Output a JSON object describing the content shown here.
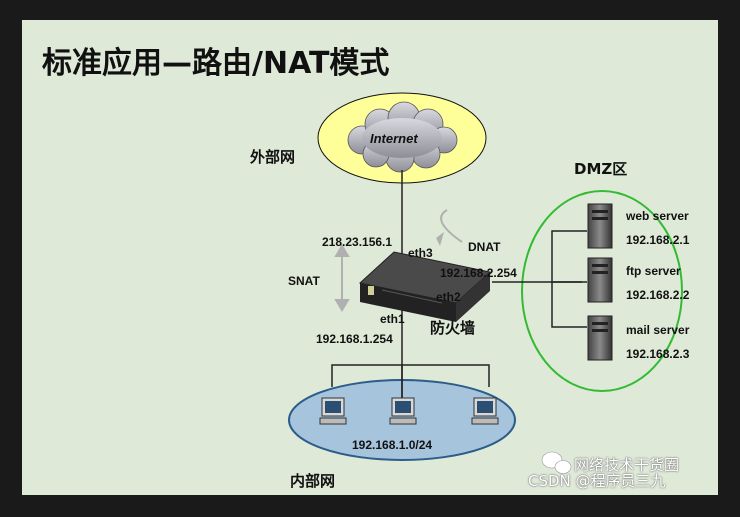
{
  "title": "标准应用—路由/NAT模式",
  "internet": "Internet",
  "zones": {
    "external": "外部网",
    "dmz": "DMZ区",
    "internal": "内部网",
    "firewall": "防火墙"
  },
  "labels": {
    "ext_ip": "218.23.156.1",
    "eth3": "eth3",
    "dnat": "DNAT",
    "snat": "SNAT",
    "dmz_gw": "192.168.2.254",
    "eth2": "eth2",
    "eth1": "eth1",
    "int_gw": "192.168.1.254",
    "subnet": "192.168.1.0/24"
  },
  "servers": [
    {
      "name": "web server",
      "ip": "192.168.2.1"
    },
    {
      "name": "ftp server",
      "ip": "192.168.2.2"
    },
    {
      "name": "mail server",
      "ip": "192.168.2.3"
    }
  ],
  "watermark": {
    "line1": "网络技术干货圈",
    "line2": "CSDN @程序员三九"
  },
  "colors": {
    "ellipse_fill": "#a6c4dc",
    "cloud_ellipse": "#ffff99",
    "dmz_outline": "#33bb33",
    "slide_bg": "#dfe9d8"
  }
}
